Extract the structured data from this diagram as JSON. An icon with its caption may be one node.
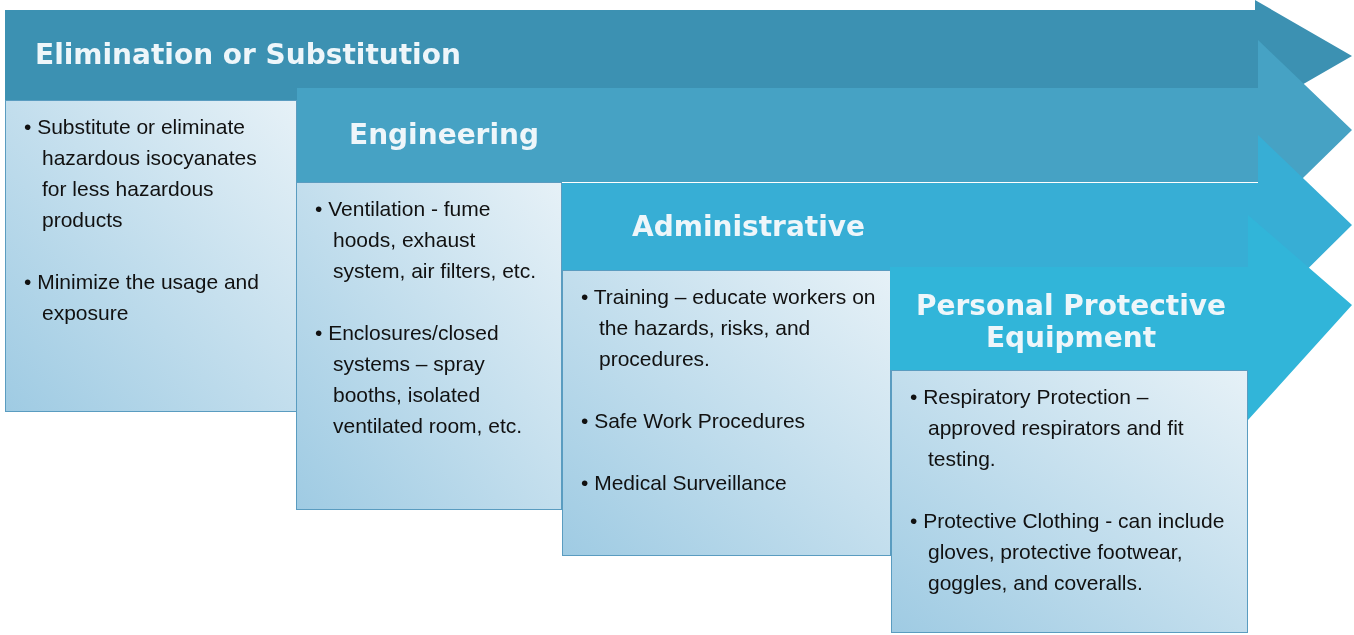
{
  "diagram": {
    "nodes": [
      {
        "text": [
          "Elimination or Substitution"
        ]
      },
      {
        "text": [
          "• Substitute or eliminate hazardous isocyanates for less hazardous products",
          "• Minimize the usage and exposure"
        ]
      },
      {
        "text": [
          "Engineering"
        ]
      },
      {
        "text": [
          "• Ventilation - fume hoods, exhaust system, air filters, etc.",
          "• Enclosures/closed systems – spray booths, isolated ventilated room, etc."
        ]
      },
      {
        "text": [
          "Administrative"
        ]
      },
      {
        "text": [
          "• Training – educate workers on the hazards, risks, and procedures.",
          "• Safe Work Procedures",
          "• Medical Surveillance"
        ]
      },
      {
        "text": [
          "Personal Protective Equipment"
        ]
      },
      {
        "text": [
          "• Respiratory Protection – approved respirators and fit testing.",
          "• Protective Clothing - can include gloves, protective footwear, goggles, and coveralls."
        ]
      }
    ],
    "edges": []
  }
}
